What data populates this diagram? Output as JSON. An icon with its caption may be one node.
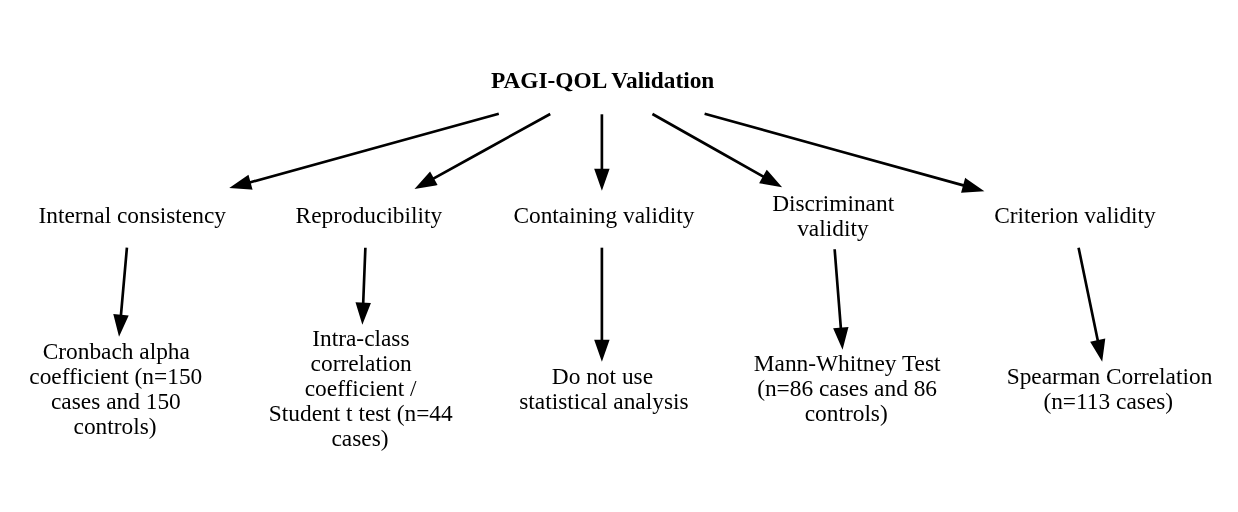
{
  "diagram": {
    "nodes": [
      {
        "text": [
          "PAGI-QOL Validation"
        ]
      },
      {
        "text": [
          "Internal consistency"
        ]
      },
      {
        "text": [
          "Reproducibility"
        ]
      },
      {
        "text": [
          "Containing validity"
        ]
      },
      {
        "text": [
          "Discriminant validity"
        ]
      },
      {
        "text": [
          "Criterion validity"
        ]
      },
      {
        "text": [
          "Cronbach alpha coefficient (n=150 cases and 150 controls)"
        ]
      },
      {
        "text": [
          "Intra-class correlation coefficient / Student t test (n=44 cases)"
        ]
      },
      {
        "text": [
          "Do not use statistical analysis"
        ]
      },
      {
        "text": [
          "Mann-Whitney Test (n=86 cases and 86 controls)"
        ]
      },
      {
        "text": [
          "Spearman Correlation (n=113 cases)"
        ]
      }
    ],
    "edges": [
      {
        "from": 0,
        "to": 1,
        "arrow": "to"
      },
      {
        "from": 0,
        "to": 2,
        "arrow": "to"
      },
      {
        "from": 0,
        "to": 3,
        "arrow": "to"
      },
      {
        "from": 0,
        "to": 4,
        "arrow": "to"
      },
      {
        "from": 0,
        "to": 5,
        "arrow": "to"
      },
      {
        "from": 1,
        "to": 6,
        "arrow": "to"
      },
      {
        "from": 2,
        "to": 7,
        "arrow": "to"
      },
      {
        "from": 3,
        "to": 8,
        "arrow": "to"
      },
      {
        "from": 4,
        "to": 9,
        "arrow": "to"
      },
      {
        "from": 5,
        "to": 10,
        "arrow": "to"
      }
    ]
  }
}
